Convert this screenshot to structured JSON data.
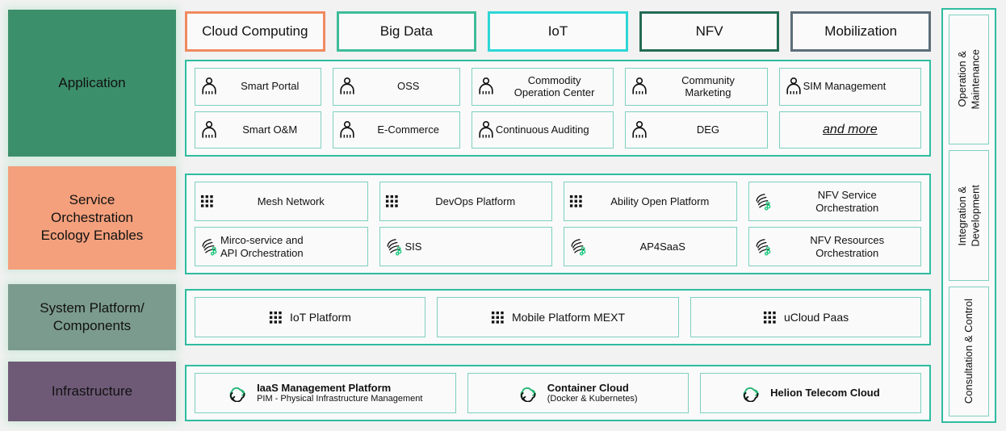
{
  "colors": {
    "teal_border": "#2FBCA0",
    "tile_border": "#7FCFC0",
    "layer_application": "#3C8F6B",
    "layer_service": "#F4A07C",
    "layer_system": "#7C9B8F",
    "layer_infrastructure": "#6E5A77",
    "cat_cloud_computing": "#F08A61",
    "cat_big_data": "#3FBC9A",
    "cat_iot": "#2ED6D6",
    "cat_nfv": "#246B55",
    "cat_mobilization": "#5E6E7A",
    "page_background": "#f2f2f2"
  },
  "layers": [
    {
      "id": "application",
      "label": "Application"
    },
    {
      "id": "service-orchestration",
      "label": "Service\nOrchestration\nEcology Enables"
    },
    {
      "id": "system-platform",
      "label": "System Platform/\nComponents"
    },
    {
      "id": "infrastructure",
      "label": "Infrastructure"
    }
  ],
  "categories": [
    {
      "label": "Cloud Computing",
      "color": "#F08A61"
    },
    {
      "label": "Big Data",
      "color": "#3FBC9A"
    },
    {
      "label": "IoT",
      "color": "#2ED6D6"
    },
    {
      "label": "NFV",
      "color": "#246B55"
    },
    {
      "label": "Mobilization",
      "color": "#5E6E7A"
    }
  ],
  "application_tiles": [
    {
      "label": "Smart Portal",
      "icon": "person-icon"
    },
    {
      "label": "OSS",
      "icon": "person-icon"
    },
    {
      "label": "Commodity\nOperation Center",
      "icon": "person-icon"
    },
    {
      "label": "Community\nMarketing",
      "icon": "person-icon"
    },
    {
      "label": "SIM Management",
      "icon": "person-icon",
      "tight": true
    },
    {
      "label": "Smart O&M",
      "icon": "person-icon"
    },
    {
      "label": "E-Commerce",
      "icon": "person-icon"
    },
    {
      "label": "Continuous Auditing",
      "icon": "person-icon",
      "tight": true
    },
    {
      "label": "DEG",
      "icon": "person-icon"
    },
    {
      "label": "and more",
      "icon": "none",
      "style": "italic-underline"
    }
  ],
  "service_tiles": [
    {
      "label": "Mesh Network",
      "icon": "grid-icon"
    },
    {
      "label": "DevOps Platform",
      "icon": "grid-icon"
    },
    {
      "label": "Ability Open Platform",
      "icon": "grid-icon"
    },
    {
      "label": "NFV Service\nOrchestration",
      "icon": "orchestration-icon"
    },
    {
      "label": "Mirco-service and\nAPI Orchestration",
      "icon": "orchestration-icon",
      "tight": true
    },
    {
      "label": "SIS",
      "icon": "orchestration-icon",
      "tight": true
    },
    {
      "label": "AP4SaaS",
      "icon": "orchestration-icon"
    },
    {
      "label": "NFV Resources\nOrchestration",
      "icon": "orchestration-icon"
    }
  ],
  "system_tiles": [
    {
      "label": "IoT Platform",
      "icon": "grid-icon"
    },
    {
      "label": "Mobile Platform MEXT",
      "icon": "grid-icon"
    },
    {
      "label": "uCloud Paas",
      "icon": "grid-icon"
    }
  ],
  "infrastructure_tiles": [
    {
      "title": "IaaS Management Platform",
      "subtitle": "PIM - Physical Infrastructure Management",
      "icon": "cloud-icon"
    },
    {
      "title": "Container Cloud",
      "subtitle": "(Docker & Kubernetes)",
      "icon": "cloud-icon"
    },
    {
      "title": "Helion Telecom Cloud",
      "subtitle": "",
      "icon": "cloud-icon"
    }
  ],
  "sidebar": [
    {
      "label": "Operation &\nMaintenance"
    },
    {
      "label": "Integration &\nDevelopment"
    },
    {
      "label": "Consultation & Control"
    }
  ]
}
